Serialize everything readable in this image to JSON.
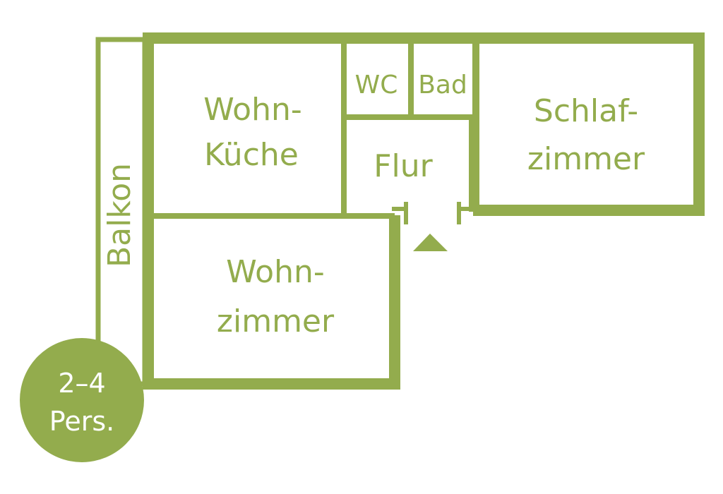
{
  "colors": {
    "wall": "#93ac4d",
    "background": "#ffffff",
    "badge_text": "#ffffff"
  },
  "rooms": {
    "wohnkueche": {
      "line1": "Wohn-",
      "line2": "Küche"
    },
    "wc": {
      "label": "WC"
    },
    "bad": {
      "label": "Bad"
    },
    "flur": {
      "label": "Flur"
    },
    "schlafzimmer": {
      "line1": "Schlaf-",
      "line2": "zimmer"
    },
    "wohnzimmer": {
      "line1": "Wohn-",
      "line2": "zimmer"
    },
    "balkon": {
      "label": "Balkon"
    }
  },
  "entrance": {
    "icon": "entrance-triangle-icon"
  },
  "badge": {
    "line1": "2–4",
    "line2": "Pers."
  }
}
